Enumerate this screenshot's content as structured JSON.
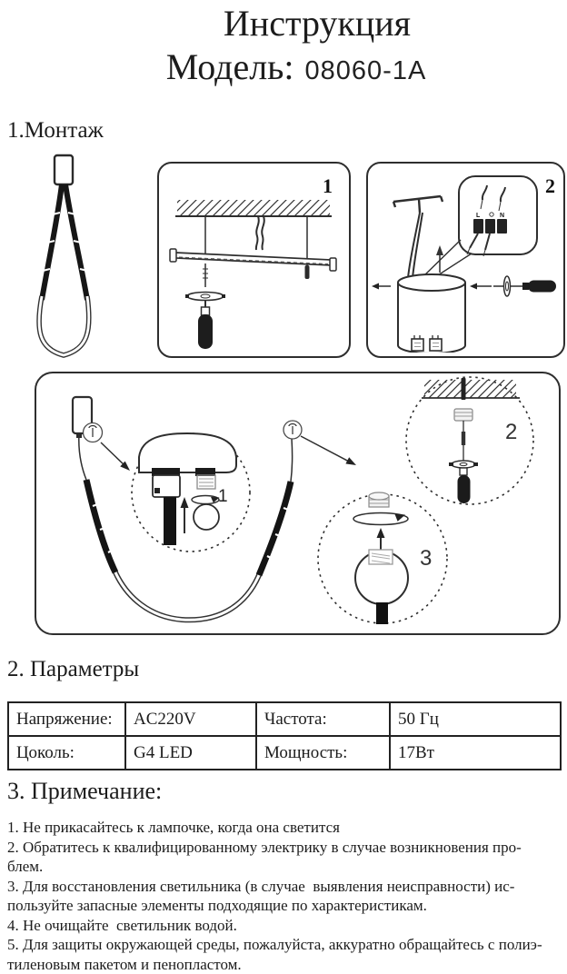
{
  "colors": {
    "ink": "#1c1c1c",
    "paper": "#ffffff",
    "line_art": "#2e2e2e"
  },
  "header": {
    "title": "Инструкция",
    "model_label": "Модель:",
    "model_value": "08060-1A"
  },
  "sections": {
    "montage": "1.Монтаж",
    "parameters": "2. Параметры",
    "notes": "3. Примечание:"
  },
  "figures": {
    "step1_label": "1",
    "step2_label": "2",
    "assembly": {
      "callout_1": "1",
      "callout_2": "2",
      "callout_3": "3"
    },
    "terminal_block": {
      "left_label": "L",
      "middle_symbol": "ground",
      "right_label": "N"
    }
  },
  "parameters_table": {
    "rows": [
      [
        "Напряжение:",
        "AC220V",
        "Частота:",
        "50 Гц"
      ],
      [
        "Цоколь:",
        "G4 LED",
        "Мощность:",
        "17Вт"
      ]
    ]
  },
  "notes": {
    "lines": [
      "1. Не прикасайтесь к лампочке, когда она светится",
      "2. Обратитесь к квалифицированному электрику в случае возникновения про-",
      "блем.",
      "3. Для восстановления светильника (в случае  выявления неисправности) ис-",
      "пользуйте запасные элементы подходящие по характеристикам.",
      "4. Не очищайте  светильник водой.",
      "5. Для защиты окружающей среды, пожалуйста, аккуратно обращайтесь с полиэ-",
      "тиленовым пакетом и пенопластом."
    ]
  }
}
